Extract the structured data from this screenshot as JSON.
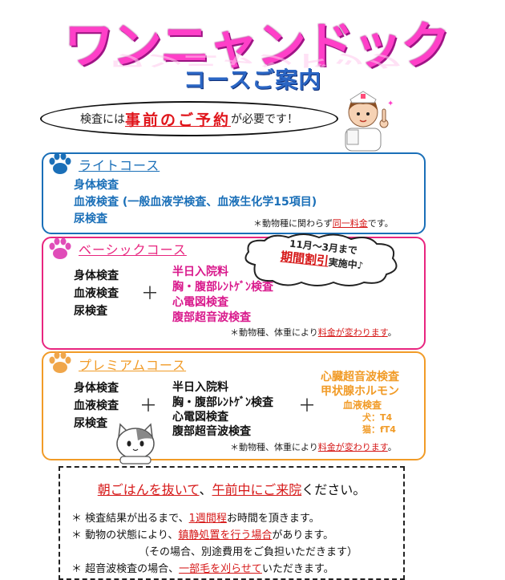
{
  "header": {
    "title": "ワンニャンドック",
    "subtitle": "コースご案内"
  },
  "reservation": {
    "before": "検査には",
    "emphasis": "事前のご予約",
    "after": "が必要です！"
  },
  "light_course": {
    "title": "ライトコース",
    "items": [
      "身体検査",
      "血液検査 (一般血液学検査、血液生化学15項目)",
      "尿検査"
    ],
    "note_before": "＊動物種に関わらず",
    "note_red": "同一料金",
    "note_after": "です。"
  },
  "basic_course": {
    "title": "ベーシックコース",
    "items": [
      "身体検査",
      "血液検査",
      "尿検査"
    ],
    "plus": "＋",
    "extras": [
      "半日入院料",
      "胸・腹部ﾚﾝﾄｹﾞﾝ検査",
      "心電図検査",
      "腹部超音波検査"
    ],
    "note_before": "＊動物種、体重により",
    "note_red": "料金が変わります",
    "note_after": "。"
  },
  "promo": {
    "line1": "11月～3月まで",
    "strong": "期間割引",
    "line2_after": "実施中♪"
  },
  "premium_course": {
    "title": "プレミアムコース",
    "items": [
      "身体検査",
      "血液検査",
      "尿検査"
    ],
    "plus1": "＋",
    "extras": [
      "半日入院料",
      "胸・腹部ﾚﾝﾄｹﾞﾝ検査",
      "心電図検査",
      "腹部超音波検査"
    ],
    "plus2": "＋",
    "premium_extras": [
      "心臓超音波検査",
      "甲状腺ホルモン"
    ],
    "blood": "血液検査",
    "dog": "犬：T4",
    "cat": "猫：fT4",
    "note_before": "＊動物種、体重により",
    "note_red": "料金が変わります",
    "note_after": "。"
  },
  "footer": {
    "main_red1": "朝ごはんを抜いて",
    "main_mid": "、",
    "main_red2": "午前中にご来院",
    "main_after": "ください。",
    "line1_before": "＊ 検査結果が出るまで、",
    "line1_red": "1週間程",
    "line1_after": "お時間を頂きます。",
    "line2_before": "＊ 動物の状態により、",
    "line2_red": "鎮静処置を行う場合",
    "line2_after": "があります。",
    "line3": "（その場合、別途費用をご負担いただきます）",
    "line4_before": "＊ 超音波検査の場合、",
    "line4_red": "一部毛を刈らせて",
    "line4_after": "いただきます。"
  },
  "colors": {
    "title_pink": "#ff3fc8",
    "subtitle_blue": "#2b66c4",
    "light_blue": "#1a6fb8",
    "basic_pink": "#e8257f",
    "premium_orange": "#f19b27",
    "red": "#d61818"
  },
  "icons": [
    "paw-icon-blue",
    "paw-icon-pink",
    "paw-icon-orange",
    "nurse-illustration",
    "cat-illustration",
    "cloud-bubble"
  ]
}
